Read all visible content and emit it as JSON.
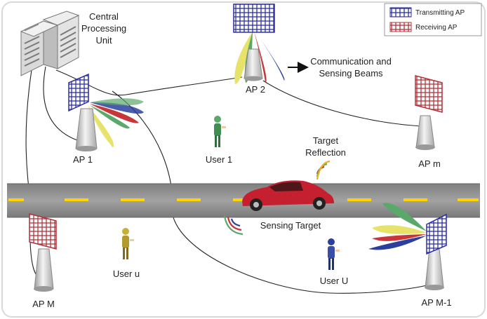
{
  "colors": {
    "transmitting": "#2b2fa8",
    "receiving": "#b0343c",
    "road": "#8a8a8a",
    "lane": "#ffd400",
    "car": "#c4202f",
    "beam_yellow": "#e6e26a",
    "beam_green": "#5aa86a",
    "beam_red": "#c8363a",
    "beam_blue": "#2a3f9e",
    "frame": "#d9d9d9"
  },
  "legend": {
    "transmitting_label": "Transmitting AP",
    "receiving_label": "Receiving AP"
  },
  "cpu": {
    "label_line1": "Central",
    "label_line2": "Processing",
    "label_line3": "Unit"
  },
  "annotations": {
    "beams_line1": "Communication and",
    "beams_line2": "Sensing Beams",
    "reflection_line1": "Target",
    "reflection_line2": "Reflection",
    "sensing_target": "Sensing Target"
  },
  "aps": {
    "ap1": "AP 1",
    "ap2": "AP 2",
    "apm": "AP m",
    "apM": "AP M",
    "apM1": "AP M-1"
  },
  "users": {
    "user1": "User 1",
    "useru": "User u",
    "userU": "User U"
  }
}
